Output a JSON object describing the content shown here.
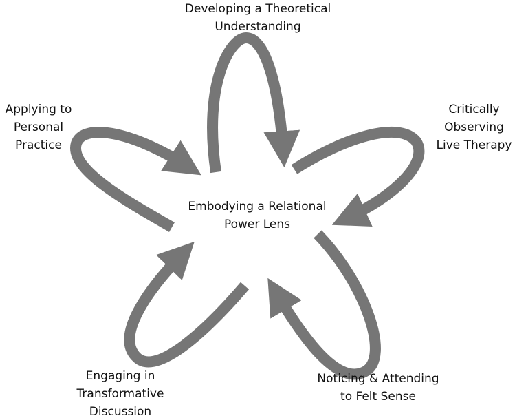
{
  "diagram": {
    "center": {
      "line1": "Embodying a Relational",
      "line2": "Power Lens"
    },
    "loops": {
      "top": {
        "line1": "Developing a Theoretical",
        "line2": "Understanding"
      },
      "right": {
        "line1": "Critically",
        "line2": "Observing",
        "line3": "Live Therapy"
      },
      "bottom_right": {
        "line1": "Noticing & Attending",
        "line2": "to Felt Sense"
      },
      "bottom_left": {
        "line1": "Engaging in",
        "line2": "Transformative",
        "line3": "Discussion"
      },
      "left": {
        "line1": "Applying to",
        "line2": "Personal",
        "line3": "Practice"
      }
    },
    "colors": {
      "loop": "#767676",
      "text": "#111111",
      "background": "#ffffff"
    }
  }
}
